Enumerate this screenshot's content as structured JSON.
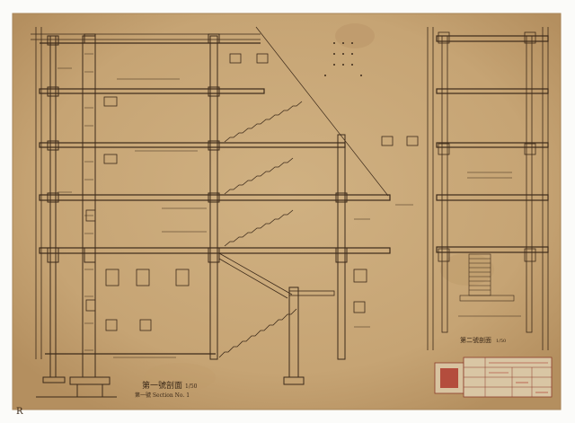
{
  "drawing": {
    "main_title": "第一號剖面",
    "main_title_suffix": "1/50",
    "main_subtitle": "第一號 Section No. 1",
    "side_title": "第二號剖面",
    "side_title_suffix": "1/50",
    "corner_mark": "R"
  },
  "colors": {
    "paper": "#c9a978",
    "ink": "#3c2a1a",
    "stamp": "#a8261c",
    "border": "#fbfbf9"
  }
}
